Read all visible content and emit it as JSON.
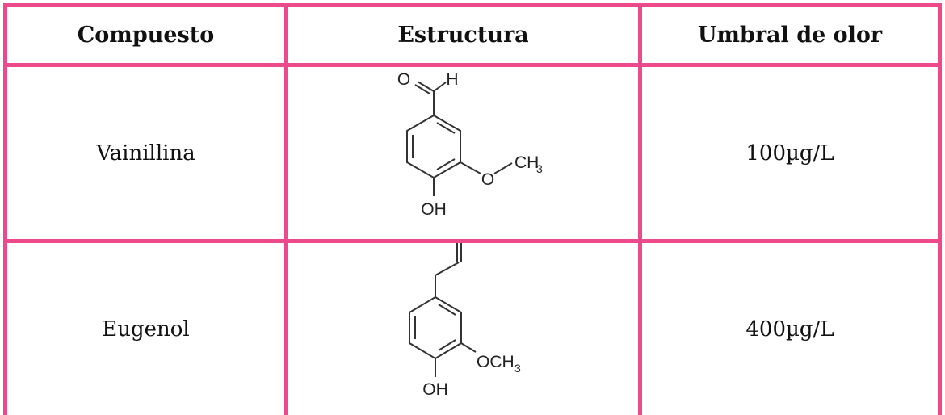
{
  "table": {
    "headers": [
      "Compuesto",
      "Estructura",
      "Umbral de olor"
    ],
    "rows": [
      {
        "compound": "Vainillina",
        "threshold": "100µg/L",
        "structure_labels": {
          "carbonyl_o": "O",
          "aldehyde_h": "H",
          "methoxy_o": "O",
          "methyl": "CH",
          "methyl_sub": "3",
          "hydroxyl": "OH"
        }
      },
      {
        "compound": "Eugenol",
        "threshold": "400µg/L",
        "structure_labels": {
          "methoxy": "OCH",
          "methoxy_sub": "3",
          "hydroxyl": "OH"
        }
      }
    ],
    "border_color": "#ec4a8a"
  }
}
